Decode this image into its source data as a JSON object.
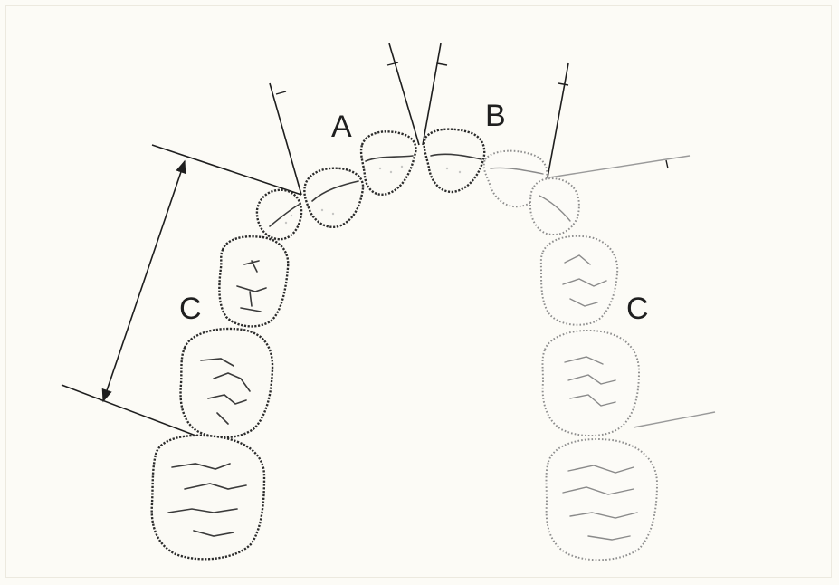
{
  "labels": {
    "anterior_right": "A",
    "anterior_left": "B",
    "posterior_right": "C",
    "posterior_left": "C"
  },
  "colors": {
    "paper": "#fcfbf6",
    "ink": "#1e1e1e",
    "faint_ink": "#9a9a9a"
  },
  "icons": {
    "dental_arch": "dental-arch-illustration",
    "measurement_arrow": "double-headed-arrow"
  }
}
